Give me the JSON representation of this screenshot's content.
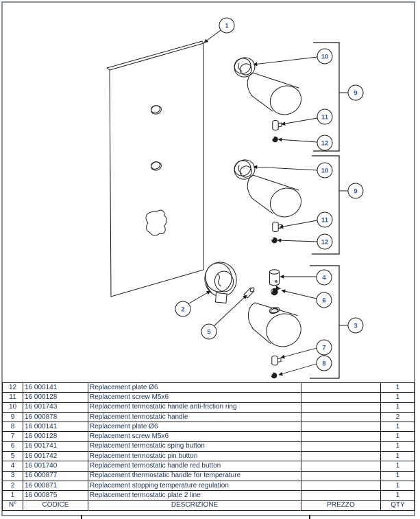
{
  "colors": {
    "accent": "#2e55a8",
    "ink": "#1b3358",
    "line": "#1c1c1c",
    "page-border": "#8a9097"
  },
  "diagram": {
    "callouts": [
      {
        "label": "1"
      },
      {
        "label": "10"
      },
      {
        "label": "9"
      },
      {
        "label": "11"
      },
      {
        "label": "12"
      },
      {
        "label": "10"
      },
      {
        "label": "9"
      },
      {
        "label": "11"
      },
      {
        "label": "12"
      },
      {
        "label": "2"
      },
      {
        "label": "5"
      },
      {
        "label": "4"
      },
      {
        "label": "6"
      },
      {
        "label": "3"
      },
      {
        "label": "7"
      },
      {
        "label": "8"
      }
    ]
  },
  "table": {
    "headers": {
      "no": "N°",
      "codice": "CODICE",
      "descrizione": "DESCRIZIONE",
      "prezzo": "PREZZO",
      "qty": "QTY"
    },
    "rows": [
      {
        "no": "12",
        "codice": "16 000141",
        "descrizione": "Replacement plate Ø6",
        "prezzo": "",
        "qty": "1"
      },
      {
        "no": "11",
        "codice": "16 000128",
        "descrizione": "Replacement screw M5x6",
        "prezzo": "",
        "qty": "1"
      },
      {
        "no": "10",
        "codice": "16 001743",
        "descrizione": "Replacement termostatic handle anti-friction ring",
        "prezzo": "",
        "qty": "1"
      },
      {
        "no": "9",
        "codice": "16 000878",
        "descrizione": "Replacement termostatic handle",
        "prezzo": "",
        "qty": "2"
      },
      {
        "no": "8",
        "codice": "16 000141",
        "descrizione": "Replacement plate Ø6",
        "prezzo": "",
        "qty": "1"
      },
      {
        "no": "7",
        "codice": "16 000128",
        "descrizione": "Replacement screw M5x6",
        "prezzo": "",
        "qty": "1"
      },
      {
        "no": "6",
        "codice": "16 001741",
        "descrizione": "Replacement termostatic sping button",
        "prezzo": "",
        "qty": "1"
      },
      {
        "no": "5",
        "codice": "16 001742",
        "descrizione": "Replacement termostatic pin button",
        "prezzo": "",
        "qty": "1"
      },
      {
        "no": "4",
        "codice": "16 001740",
        "descrizione": "Replacement termostatic handle red button",
        "prezzo": "",
        "qty": "1"
      },
      {
        "no": "3",
        "codice": "16 000877",
        "descrizione": "Replacement thermostatic handle for temperature",
        "prezzo": "",
        "qty": "1"
      },
      {
        "no": "2",
        "codice": "16 000871",
        "descrizione": "Replacement stopping temperature regulation",
        "prezzo": "",
        "qty": "1"
      },
      {
        "no": "1",
        "codice": "16 000875",
        "descrizione": "Replacement termostatic plate 2 line",
        "prezzo": "",
        "qty": "1"
      }
    ]
  }
}
